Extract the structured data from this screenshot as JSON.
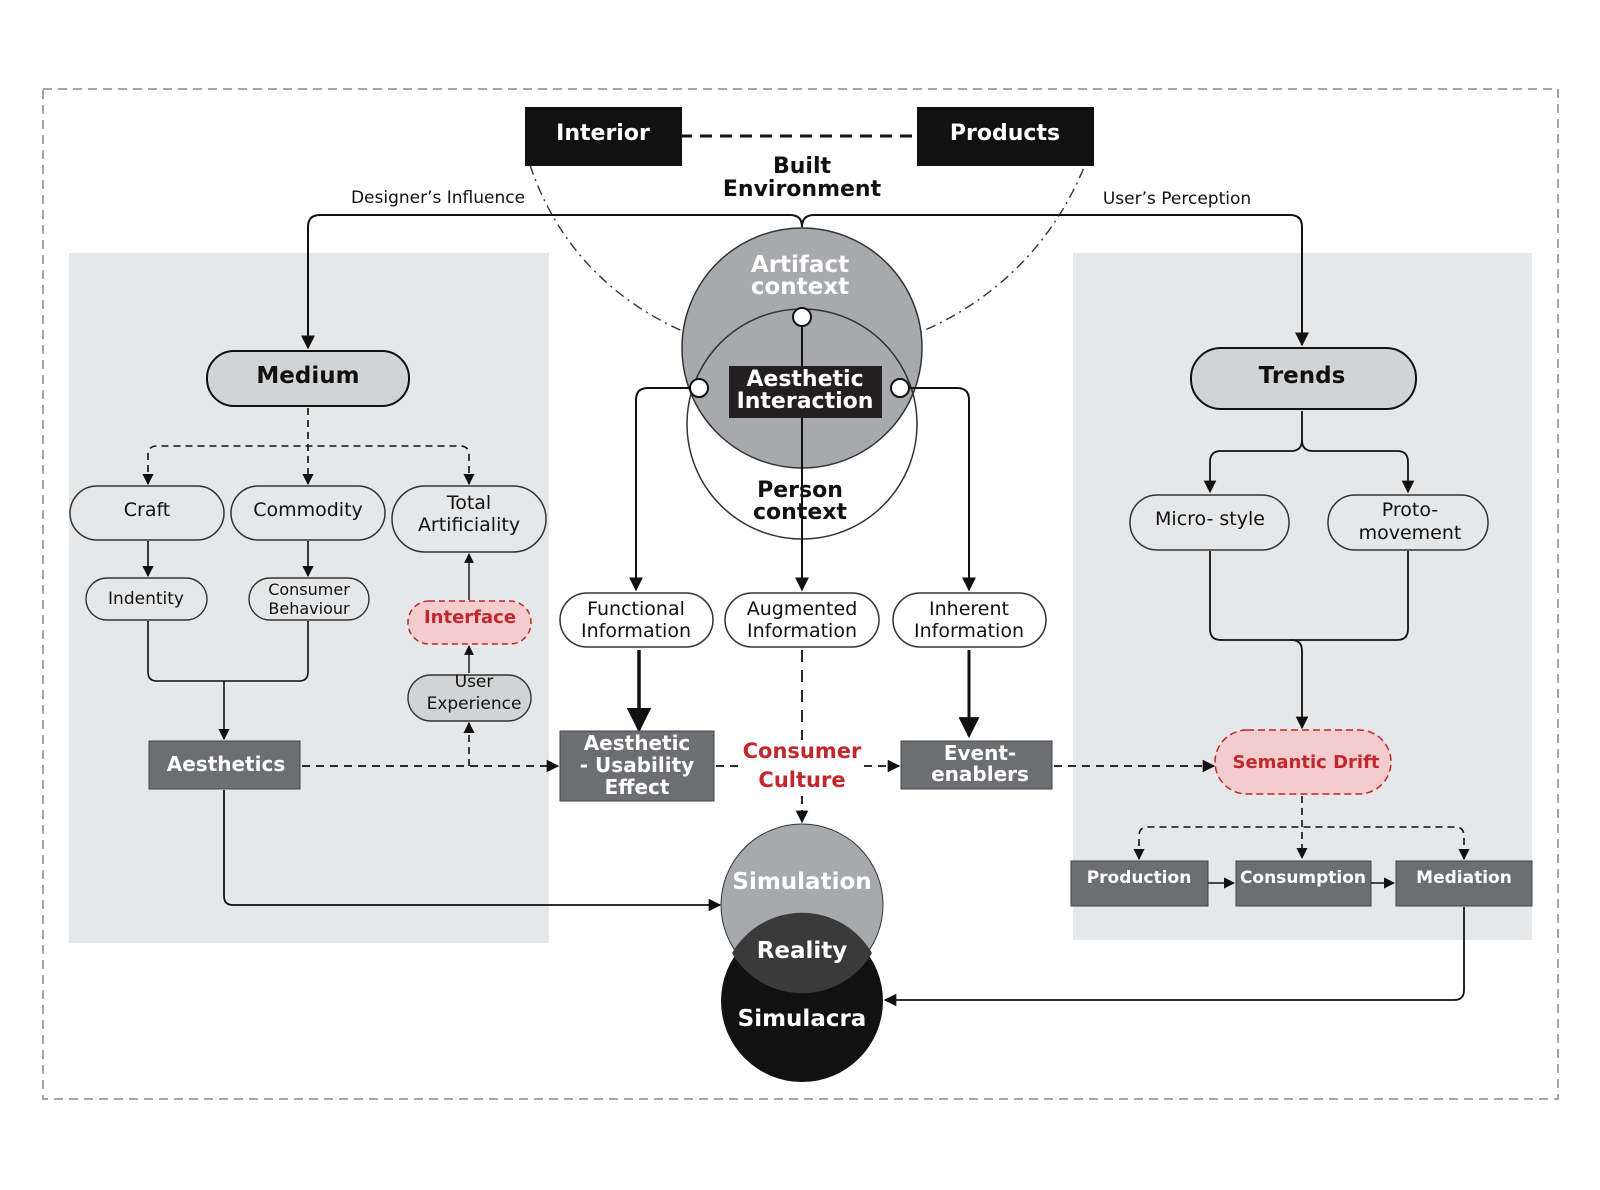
{
  "top": {
    "interior": "Interior",
    "products": "Products",
    "built_1": "Built",
    "built_2": "Environment",
    "designer_influence": "Designer’s Influence",
    "user_perception": "User’s Perception"
  },
  "center": {
    "artifact_1": "Artifact",
    "artifact_2": "context",
    "aesthetic_1": "Aesthetic",
    "aesthetic_2": "Interaction",
    "person_1": "Person",
    "person_2": "context",
    "functional_1": "Functional",
    "functional_2": "Information",
    "augmented_1": "Augmented",
    "augmented_2": "Information",
    "inherent_1": "Inherent",
    "inherent_2": "Information",
    "aue_1": "Aesthetic",
    "aue_2": "- Usability",
    "aue_3": "Effect",
    "consumer_1": "Consumer",
    "consumer_2": "Culture",
    "event_1": "Event-",
    "event_2": "enablers",
    "simulation": "Simulation",
    "reality": "Reality",
    "simulacra": "Simulacra"
  },
  "left": {
    "medium": "Medium",
    "craft": "Craft",
    "commodity": "Commodity",
    "total_1": "Total",
    "total_2": "Artificiality",
    "identity": "Indentity",
    "consumer_1": "Consumer",
    "consumer_2": "Behaviour",
    "interface": "Interface",
    "user_1": "User",
    "user_2": "Experience",
    "aesthetics": "Aesthetics"
  },
  "right": {
    "trends": "Trends",
    "micro": "Micro- style",
    "proto_1": "Proto-",
    "proto_2": "movement",
    "semantic": "Semantic Drift",
    "production": "Production",
    "consumption": "Consumption",
    "mediation": "Mediation"
  },
  "colors": {
    "panel": "#e6e7e8",
    "dark_box": "#6d6e71",
    "accent_red": "#c1272d",
    "red_fill": "#f4cccd",
    "pill_grey": "#d1d3d4",
    "circle_grey": "#a7a9ac",
    "black": "#111111"
  }
}
